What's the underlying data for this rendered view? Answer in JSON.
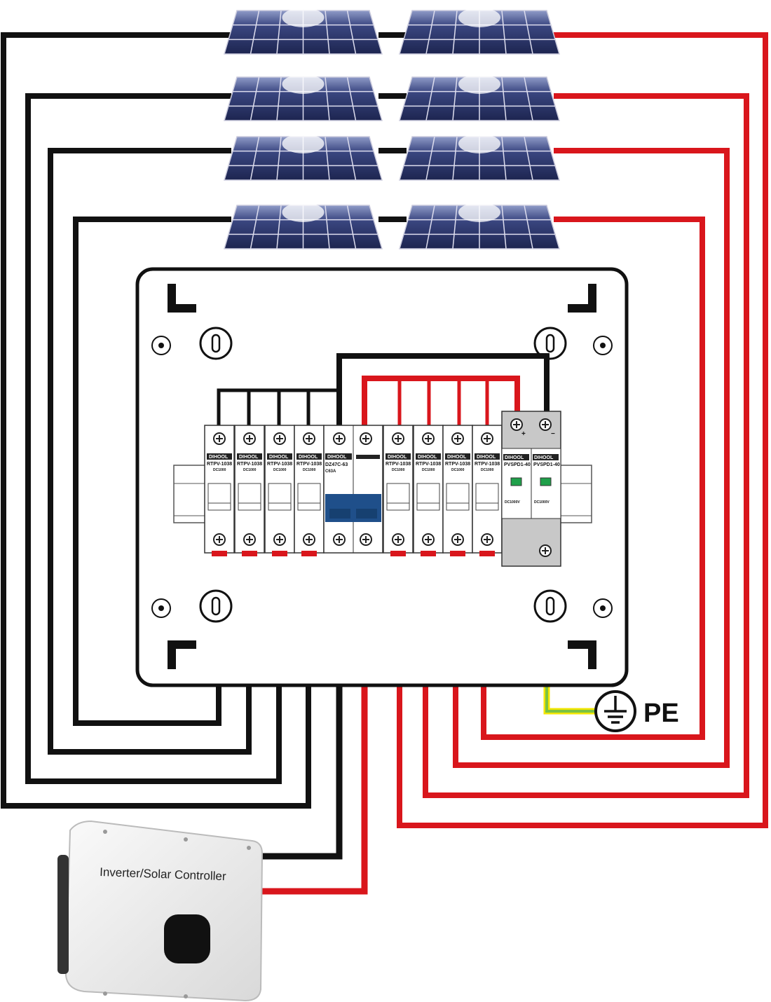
{
  "colors": {
    "positive": "#d9161c",
    "negative": "#111111",
    "earth_green": "#7cc242",
    "earth_yellow": "#f2e600",
    "panel": "#2a3566",
    "breaker_handle": "#1f4f8a",
    "spd_window": "#1fa04a"
  },
  "panels": {
    "count": 8
  },
  "breakers": {
    "brand": "DIHOOL",
    "pv_model": "RTPV-1038",
    "pv_rating": "DC1000",
    "main_model": "DZ47C-63",
    "main_rating": "C63A",
    "spd_model": "PVSPD1-40",
    "spd_rating": "DC1000V",
    "spd_plus": "+",
    "spd_minus": "−"
  },
  "earth": {
    "label": "PE"
  },
  "inverter": {
    "label": "Inverter/Solar Controller"
  }
}
